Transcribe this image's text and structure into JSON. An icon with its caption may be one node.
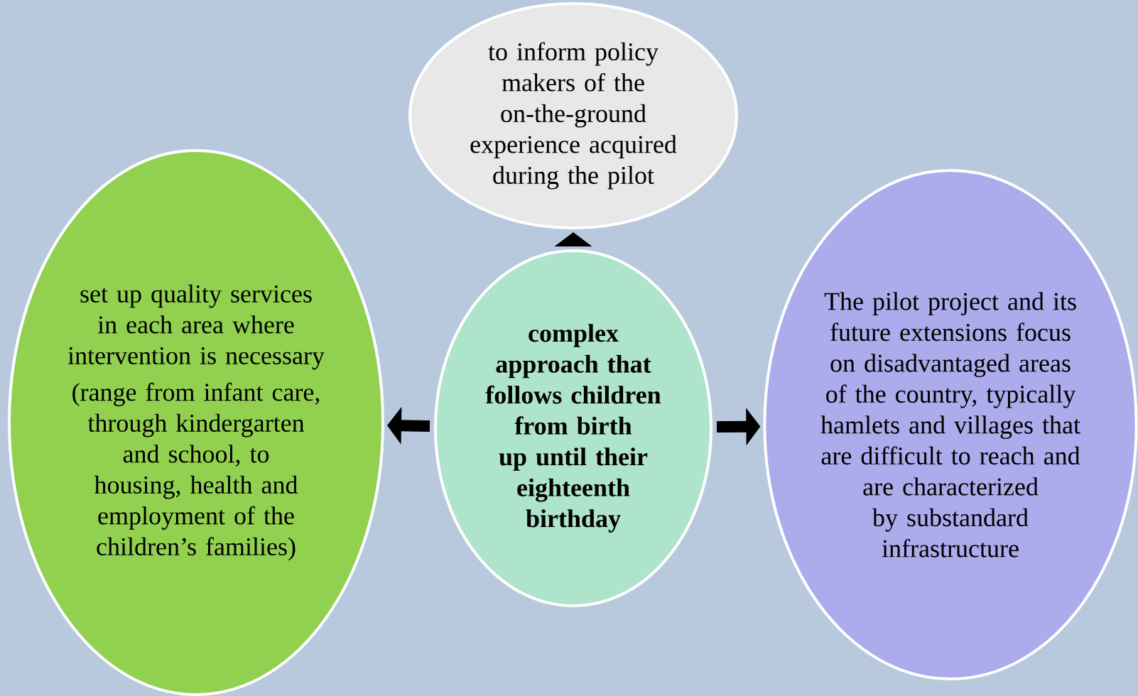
{
  "diagram": {
    "nodes": [
      {
        "text": [
          "complex approach that follows children from birth up until their eighteenth birthday"
        ]
      },
      {
        "text": [
          "to inform policy makers of the on-the-ground experience acquired during the pilot"
        ]
      },
      {
        "text": [
          "set up quality services in each area where intervention is necessary",
          "(range from infant care, through kindergarten and school, to housing, health and employment of the children’s families)"
        ]
      },
      {
        "text": [
          "The pilot project and its future extensions focus on disadvantaged areas of the country, typically hamlets and villages that are difficult to reach and are characterized by substandard infrastructure"
        ]
      }
    ],
    "edges": [
      {
        "from": 0,
        "to": 1,
        "arrow": "to"
      },
      {
        "from": 0,
        "to": 2,
        "arrow": "to"
      },
      {
        "from": 0,
        "to": 3,
        "arrow": "to"
      }
    ]
  }
}
